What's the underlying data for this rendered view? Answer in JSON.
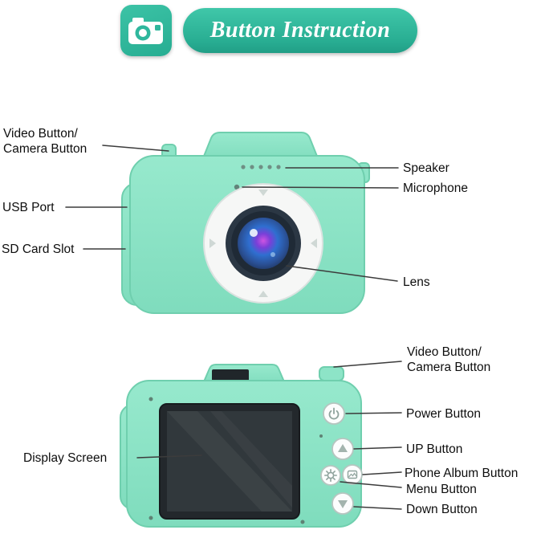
{
  "banner": {
    "title": "Button Instruction"
  },
  "front": {
    "video_button_line1": "Video Button/",
    "video_button_line2": "Camera Button",
    "usb_port": "USB Port",
    "sd_card_slot": "SD Card Slot",
    "speaker": "Speaker",
    "microphone": "Microphone",
    "lens": "Lens"
  },
  "back": {
    "video_button_line1": "Video Button/",
    "video_button_line2": "Camera Button",
    "power_button": "Power Button",
    "up_button": "UP Button",
    "phone_album_button": "Phone Album Button",
    "menu_button": "Menu Button",
    "down_button": "Down Button",
    "display_screen": "Display Screen"
  },
  "colors": {
    "banner_teal": "#28ad92",
    "banner_green": "#40c7a9",
    "camera_mint": "#8de4c7",
    "camera_mint_edge": "#6fcfae",
    "screen_dark": "#31383c",
    "label_text": "#0e0e0e",
    "line_color": "#3c3c3c"
  }
}
